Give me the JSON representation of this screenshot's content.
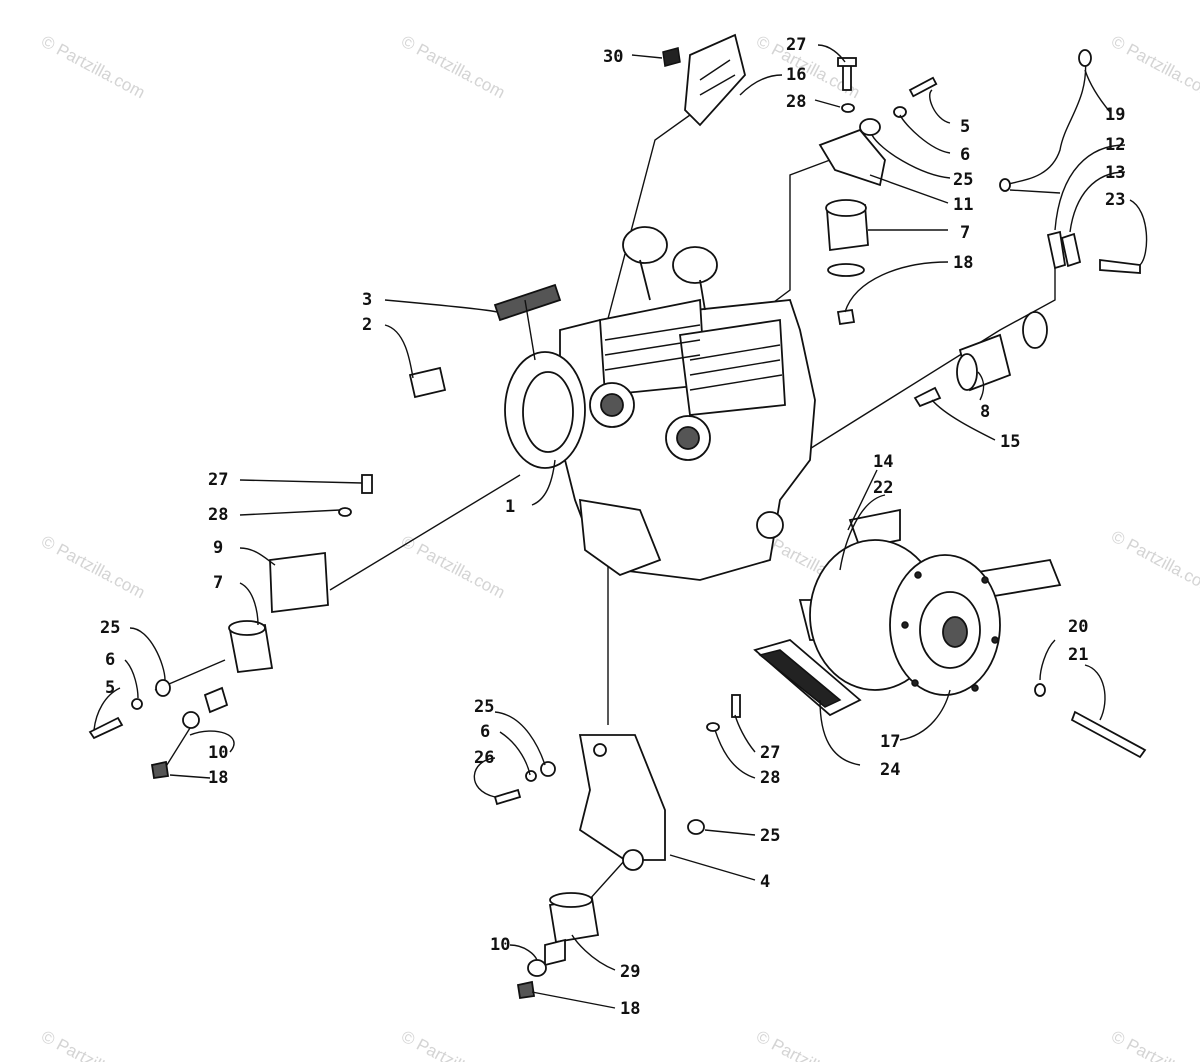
{
  "watermark": "© Partzilla.com",
  "callouts": {
    "c1": "1",
    "c2": "2",
    "c3": "3",
    "c4": "4",
    "c5a": "5",
    "c5b": "5",
    "c6a": "6",
    "c6b": "6",
    "c6c": "6",
    "c7a": "7",
    "c7b": "7",
    "c8": "8",
    "c9": "9",
    "c10a": "10",
    "c10b": "10",
    "c11": "11",
    "c12": "12",
    "c13": "13",
    "c14": "14",
    "c15": "15",
    "c16": "16",
    "c17": "17",
    "c18a": "18",
    "c18b": "18",
    "c18c": "18",
    "c19": "19",
    "c20": "20",
    "c21": "21",
    "c22": "22",
    "c23": "23",
    "c24": "24",
    "c25a": "25",
    "c25b": "25",
    "c25c": "25",
    "c25d": "25",
    "c26": "26",
    "c27a": "27",
    "c27b": "27",
    "c27c": "27",
    "c28a": "28",
    "c28b": "28",
    "c28c": "28",
    "c29": "29",
    "c30": "30"
  }
}
